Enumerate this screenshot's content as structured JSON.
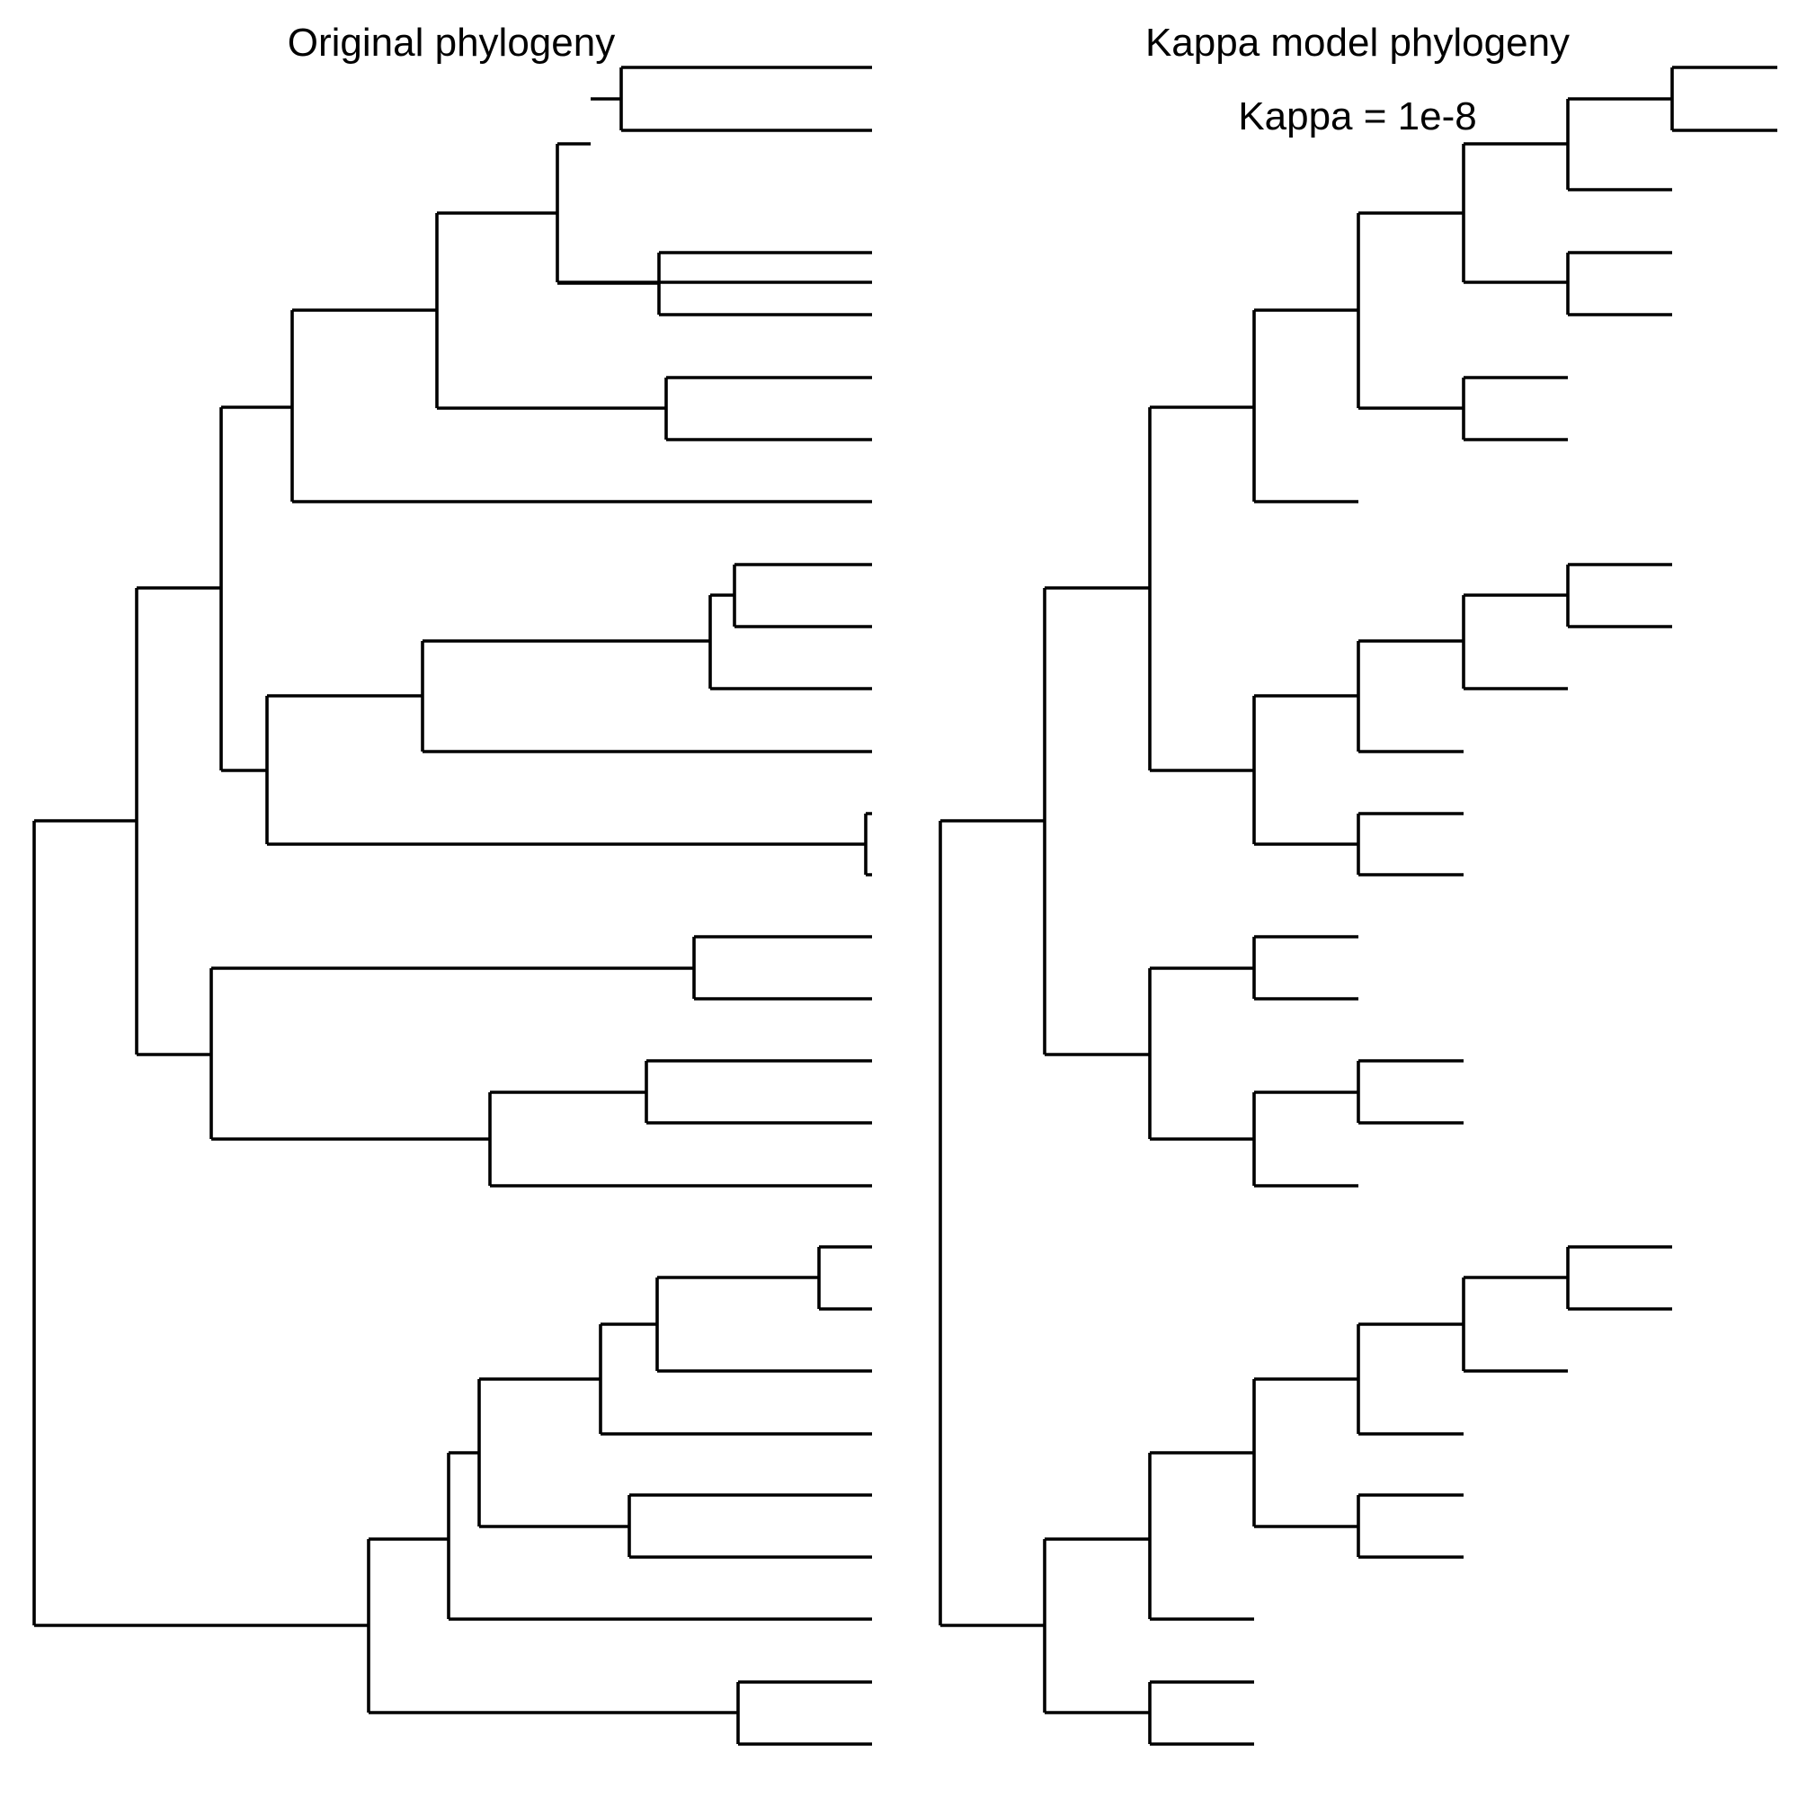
{
  "panels": {
    "original": {
      "title": "Original phylogeny"
    },
    "kappa": {
      "title": "Kappa model phylogeny",
      "parameter_label": "Kappa = 1e-8"
    }
  },
  "colors": {
    "background": "#ffffff",
    "line": "#000000",
    "text": "#000000"
  }
}
